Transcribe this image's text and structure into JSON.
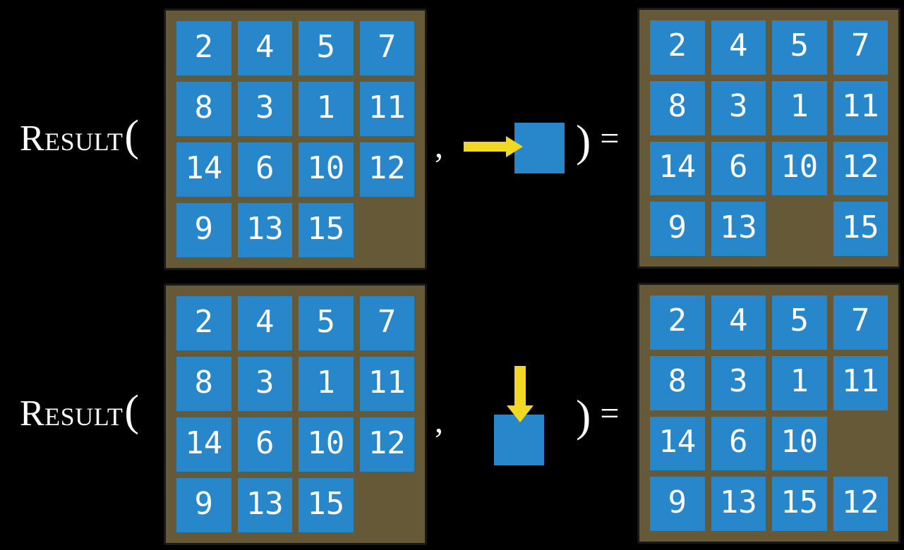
{
  "function": {
    "name": "Result",
    "open_paren": "(",
    "comma": ",",
    "close_paren": ")",
    "equals": "="
  },
  "colors": {
    "background": "#000000",
    "board_frame": "#665938",
    "board_border": "#191919",
    "tile": "#2787ca",
    "tile_text": "#ffffff",
    "arrow": "#f0d823",
    "formula_text": "#ffffff"
  },
  "equations": [
    {
      "action": "slide-right",
      "arrow_direction": "right",
      "input_board": [
        [
          2,
          4,
          5,
          7
        ],
        [
          8,
          3,
          1,
          11
        ],
        [
          14,
          6,
          10,
          12
        ],
        [
          9,
          13,
          15,
          null
        ]
      ],
      "output_board": [
        [
          2,
          4,
          5,
          7
        ],
        [
          8,
          3,
          1,
          11
        ],
        [
          14,
          6,
          10,
          12
        ],
        [
          9,
          13,
          null,
          15
        ]
      ]
    },
    {
      "action": "slide-down",
      "arrow_direction": "down",
      "input_board": [
        [
          2,
          4,
          5,
          7
        ],
        [
          8,
          3,
          1,
          11
        ],
        [
          14,
          6,
          10,
          12
        ],
        [
          9,
          13,
          15,
          null
        ]
      ],
      "output_board": [
        [
          2,
          4,
          5,
          7
        ],
        [
          8,
          3,
          1,
          11
        ],
        [
          14,
          6,
          10,
          null
        ],
        [
          9,
          13,
          15,
          12
        ]
      ]
    }
  ]
}
